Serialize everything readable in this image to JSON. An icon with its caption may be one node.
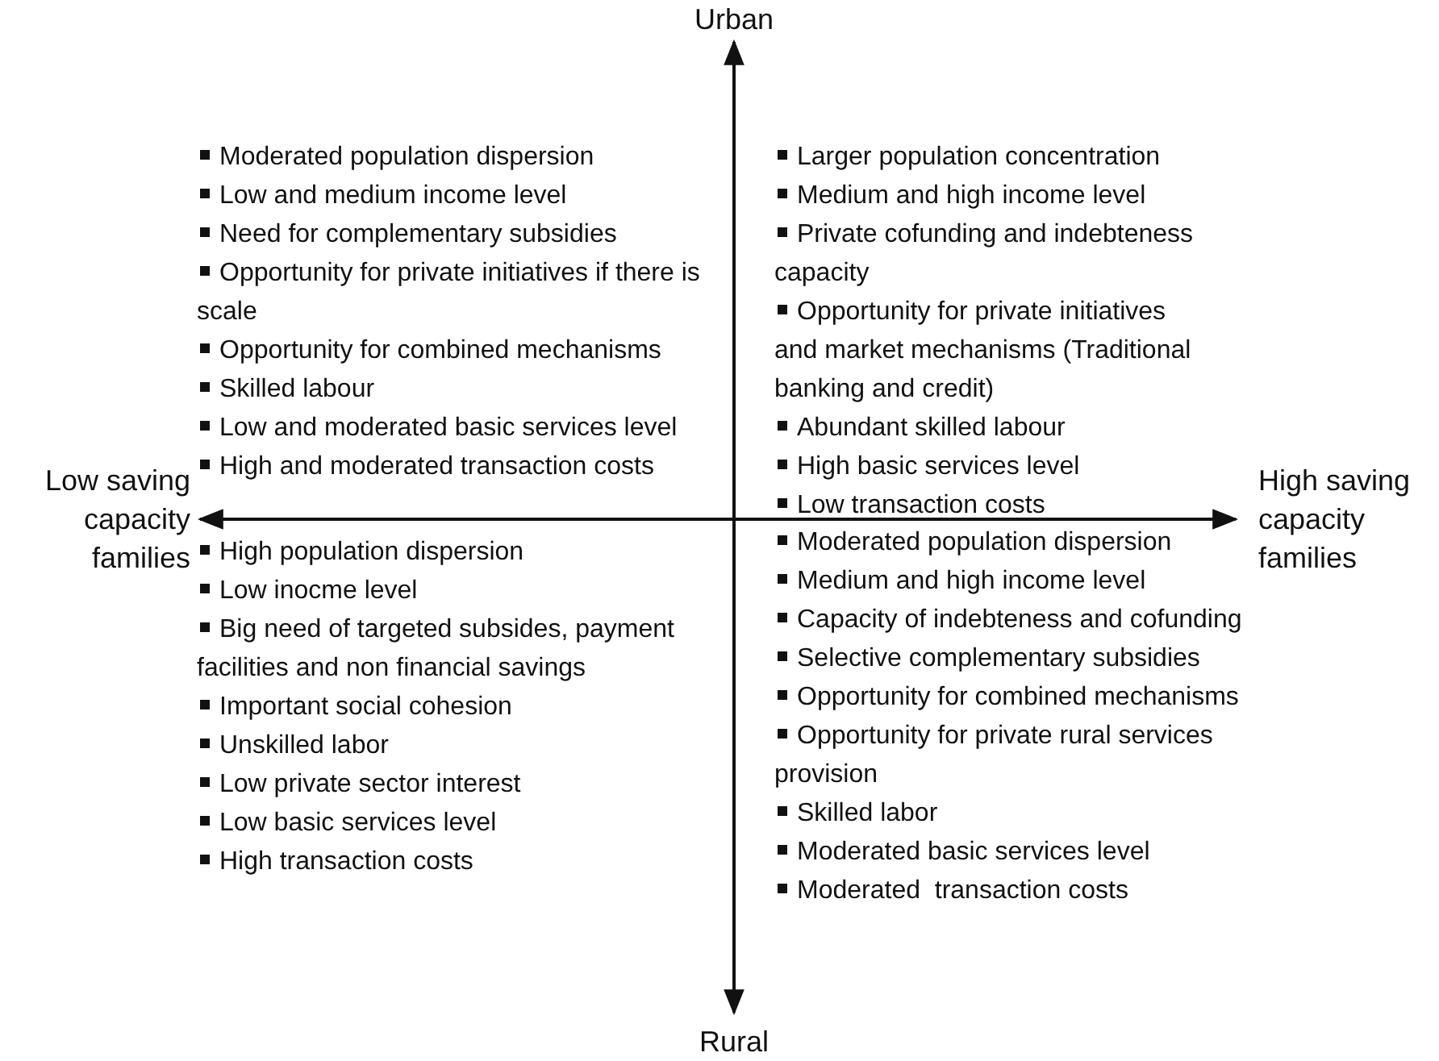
{
  "diagram": {
    "labels": [
      "Urban",
      "Moderated population dispersion",
      "Low and medium income level",
      "Need for complementary subsidies",
      "Opportunity for private initiatives if there is scale",
      "Opportunity for combined mechanisms",
      "Skilled labour",
      "Low and moderated basic services level",
      "High and moderated transaction costs",
      "Larger population concentration",
      "Medium and high income level",
      "Private cofunding and indebteness capacity",
      "Opportunity for private initiatives and market mechanisms (Traditional banking and credit)",
      "Abundant skilled labour",
      "High basic services level",
      "Low transaction costs",
      "Low saving capacity families",
      "High saving capacity families",
      "High population dispersion",
      "Low inocme level",
      "Big need of targeted subsides, payment facilities and non financial savings",
      "Important social cohesion",
      "Unskilled labor",
      "Low private sector interest",
      "Low basic services level",
      "High transaction costs",
      "Moderated population dispersion",
      "Medium and high income level",
      "Capacity of indebteness and cofunding",
      "Selective complementary subsidies",
      "Opportunity for combined mechanisms",
      "Opportunity for private rural services provision",
      "Skilled labor",
      "Moderated basic services level",
      "Moderated  transaction costs",
      "Rural"
    ]
  }
}
